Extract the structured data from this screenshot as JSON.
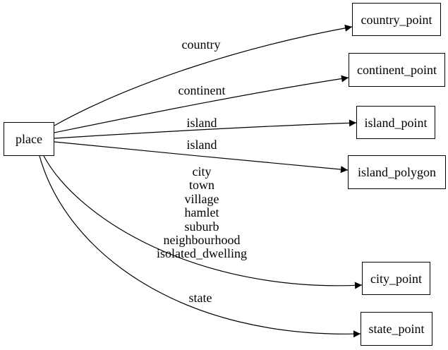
{
  "diagram_type": "directed-graph",
  "colors": {
    "background": "#ffffff",
    "node_fill": "#ffffff",
    "node_border": "#000000",
    "edge": "#000000",
    "text": "#000000"
  },
  "nodes": {
    "place": {
      "label": "place"
    },
    "country_point": {
      "label": "country_point"
    },
    "continent_point": {
      "label": "continent_point"
    },
    "island_point": {
      "label": "island_point"
    },
    "island_polygon": {
      "label": "island_polygon"
    },
    "city_point": {
      "label": "city_point"
    },
    "state_point": {
      "label": "state_point"
    }
  },
  "edges": [
    {
      "from": "place",
      "to": "country_point",
      "label": "country"
    },
    {
      "from": "place",
      "to": "continent_point",
      "label": "continent"
    },
    {
      "from": "place",
      "to": "island_point",
      "label": "island"
    },
    {
      "from": "place",
      "to": "island_polygon",
      "label": "island"
    },
    {
      "from": "place",
      "to": "city_point",
      "label_lines": [
        "city",
        "town",
        "village",
        "hamlet",
        "suburb",
        "neighbourhood",
        "isolated_dwelling"
      ]
    },
    {
      "from": "place",
      "to": "state_point",
      "label": "state"
    }
  ]
}
